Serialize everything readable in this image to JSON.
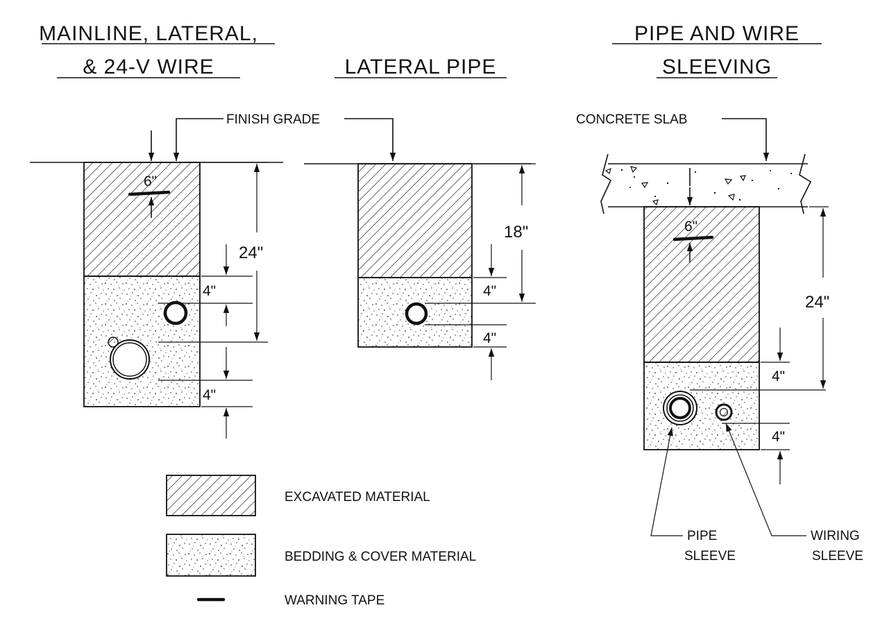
{
  "titles": {
    "mainline_line1": "MAINLINE, LATERAL,",
    "mainline_line2": "& 24-V WIRE",
    "lateral": "LATERAL PIPE",
    "sleeving_line1": "PIPE AND WIRE",
    "sleeving_line2": "SLEEVING"
  },
  "callouts": {
    "finish_grade": "FINISH GRADE",
    "concrete_slab": "CONCRETE SLAB",
    "pipe_sleeve_line1": "PIPE",
    "pipe_sleeve_line2": "SLEEVE",
    "wiring_sleeve_line1": "WIRING",
    "wiring_sleeve_line2": "SLEEVE"
  },
  "dimensions": {
    "tape_depth": "6\"",
    "mainline_depth": "24\"",
    "lateral_depth": "18\"",
    "sleeve_depth": "24\"",
    "clearance": "4\""
  },
  "legend": {
    "excavated": "EXCAVATED MATERIAL",
    "bedding": "BEDDING & COVER MATERIAL",
    "warning_tape": "WARNING TAPE"
  },
  "colors": {
    "ink": "#111111",
    "background": "#ffffff"
  }
}
